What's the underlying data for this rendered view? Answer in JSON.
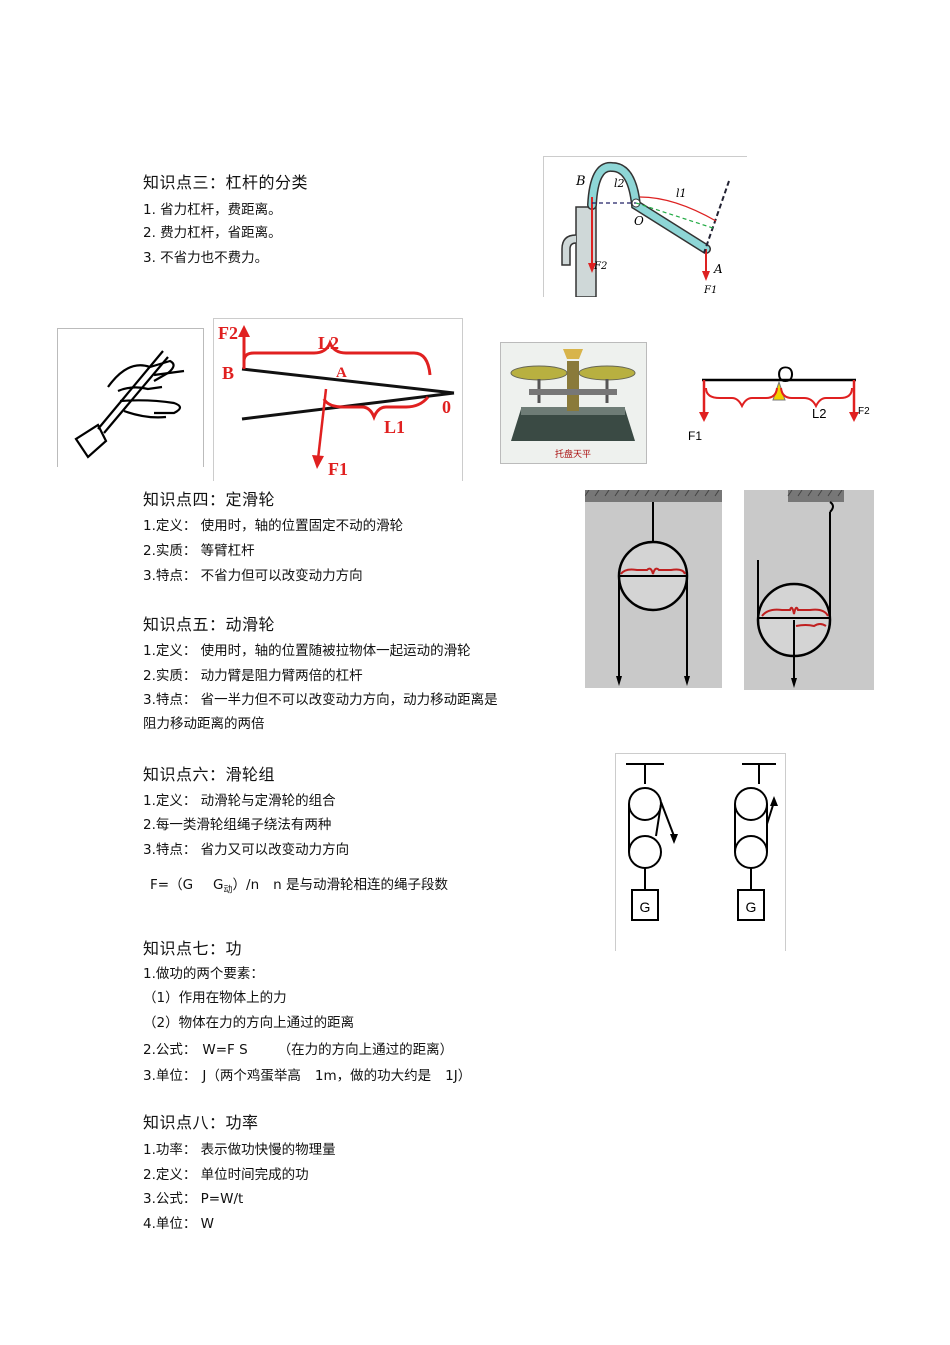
{
  "sec3": {
    "title": "知识点三：杠杆的分类",
    "items": [
      "1. 省力杠杆，费距离。",
      "2. 费力杠杆，省距离。",
      "3. 不省力也不费力。"
    ]
  },
  "fig_labels": {
    "pump": {
      "B": "B",
      "l2": "l2",
      "l1": "l1",
      "O": "O",
      "A": "A",
      "F2": "F2",
      "F1": "F1"
    },
    "scissors": {
      "F2": "F2",
      "L2": "L2",
      "B": "B",
      "A": "A",
      "O": "0",
      "L1": "L1",
      "F1": "F1"
    },
    "balance_caption": "托盘天平",
    "beam": {
      "O": "O",
      "L2": "L2",
      "F2": "F2",
      "F1": "F1"
    },
    "weight": "G"
  },
  "sec4": {
    "title": "知识点四：定滑轮",
    "items": [
      "1.定义： 使用时，轴的位置固定不动的滑轮",
      "2.实质： 等臂杠杆",
      "3.特点： 不省力但可以改变动力方向"
    ]
  },
  "sec5": {
    "title": "知识点五：动滑轮",
    "items": [
      "1.定义： 使用时，轴的位置随被拉物体一起运动的滑轮",
      "2.实质： 动力臂是阻力臂两倍的杠杆",
      "3.特点： 省一半力但不可以改变动力方向，动力移动距离是",
      "阻力移动距离的两倍"
    ]
  },
  "sec6": {
    "title": "知识点六：滑轮组",
    "items": [
      "1.定义： 动滑轮与定滑轮的组合",
      "2.每一类滑轮组绳子绕法有两种",
      "3.特点： 省力又可以改变动力方向"
    ],
    "formula_a": "F=（G",
    "formula_b": "G",
    "formula_sub": "动",
    "formula_c": "）/n",
    "formula_d": "n 是与动滑轮相连的绳子段数"
  },
  "sec7": {
    "title": "知识点七：功",
    "items": [
      "1.做功的两个要素：",
      "（1）作用在物体上的力",
      "（2）物体在力的方向上通过的距离"
    ],
    "formula_label": "2.公式：",
    "formula": "W=F S",
    "formula_note": "（在力的方向上通过的距离）",
    "unit_label": "3.单位：",
    "unit_a": "J（两个鸡蛋举高",
    "unit_b": "1m，做的功大约是",
    "unit_c": "1J）"
  },
  "sec8": {
    "title": "知识点八：功率",
    "items": [
      "1.功率： 表示做功快慢的物理量",
      "2.定义： 单位时间完成的功",
      "3.公式： P=W/t",
      "4.单位： W"
    ]
  }
}
